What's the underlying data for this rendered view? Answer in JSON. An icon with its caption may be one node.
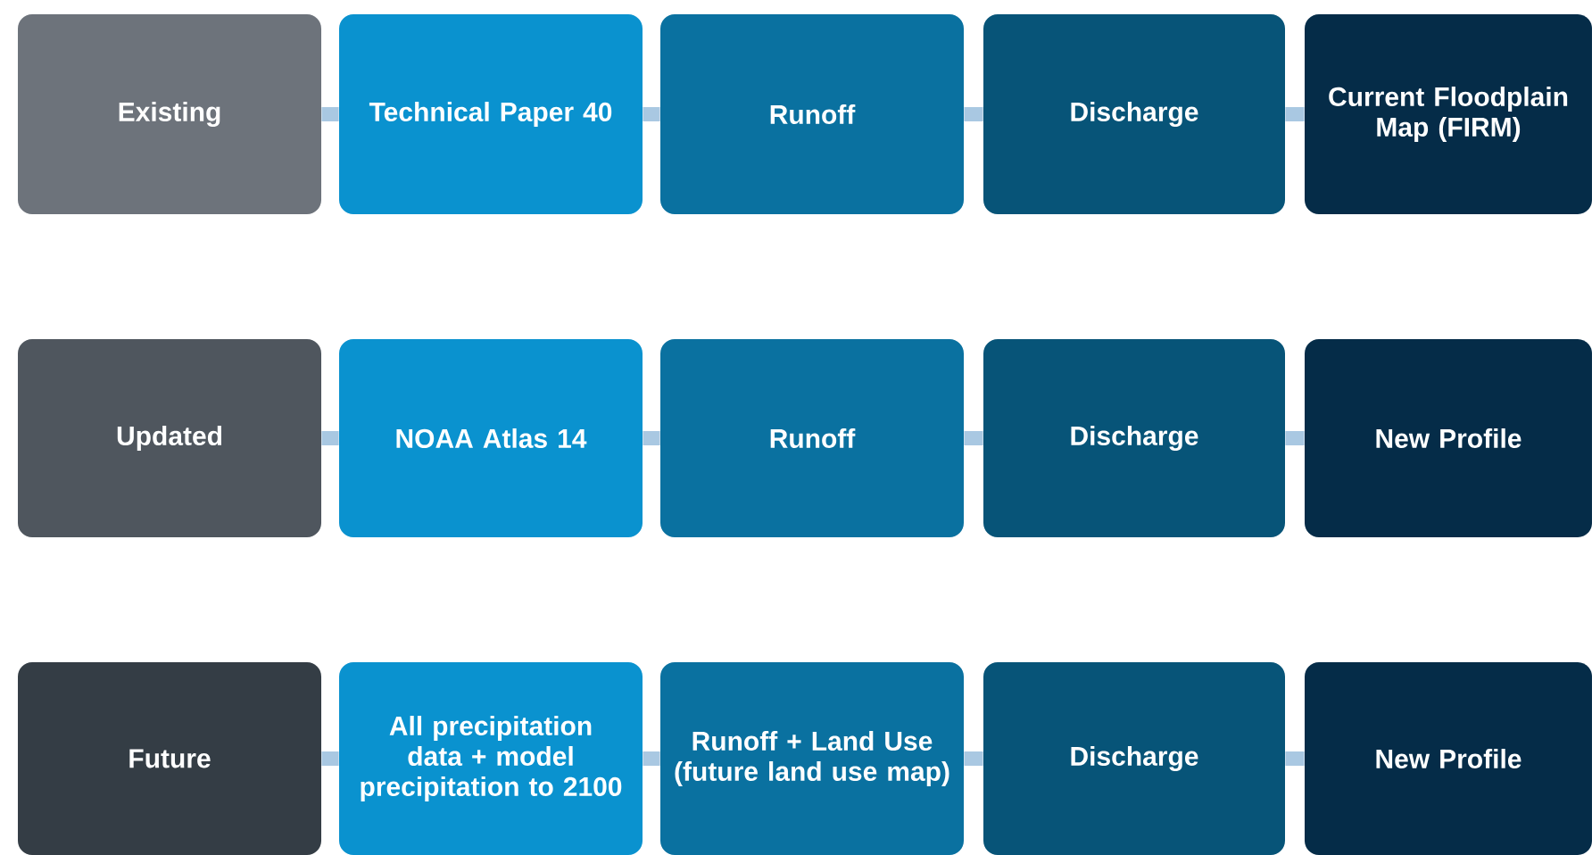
{
  "diagram": {
    "nodes": [
      {
        "text": [
          "Existing"
        ]
      },
      {
        "text": [
          "Technical Paper 40"
        ]
      },
      {
        "text": [
          "Runoff"
        ]
      },
      {
        "text": [
          "Discharge"
        ]
      },
      {
        "text": [
          "Current Floodplain Map (FIRM)"
        ]
      },
      {
        "text": [
          "Updated"
        ]
      },
      {
        "text": [
          "NOAA Atlas 14"
        ]
      },
      {
        "text": [
          "Runoff"
        ]
      },
      {
        "text": [
          "Discharge"
        ]
      },
      {
        "text": [
          "New Profile"
        ]
      },
      {
        "text": [
          "Future"
        ]
      },
      {
        "text": [
          "All precipitation data + model precipitation to 2100"
        ]
      },
      {
        "text": [
          "Runoff + Land Use (future land use map)"
        ]
      },
      {
        "text": [
          "Discharge"
        ]
      },
      {
        "text": [
          "New Profile"
        ]
      }
    ],
    "edges": [
      {
        "from": 0,
        "to": 1,
        "arrow": "none"
      },
      {
        "from": 1,
        "to": 2,
        "arrow": "none"
      },
      {
        "from": 2,
        "to": 3,
        "arrow": "none"
      },
      {
        "from": 3,
        "to": 4,
        "arrow": "none"
      },
      {
        "from": 5,
        "to": 6,
        "arrow": "none"
      },
      {
        "from": 6,
        "to": 7,
        "arrow": "none"
      },
      {
        "from": 7,
        "to": 8,
        "arrow": "none"
      },
      {
        "from": 8,
        "to": 9,
        "arrow": "none"
      },
      {
        "from": 10,
        "to": 11,
        "arrow": "none"
      },
      {
        "from": 11,
        "to": 12,
        "arrow": "none"
      },
      {
        "from": 12,
        "to": 13,
        "arrow": "none"
      },
      {
        "from": 13,
        "to": 14,
        "arrow": "none"
      }
    ]
  }
}
